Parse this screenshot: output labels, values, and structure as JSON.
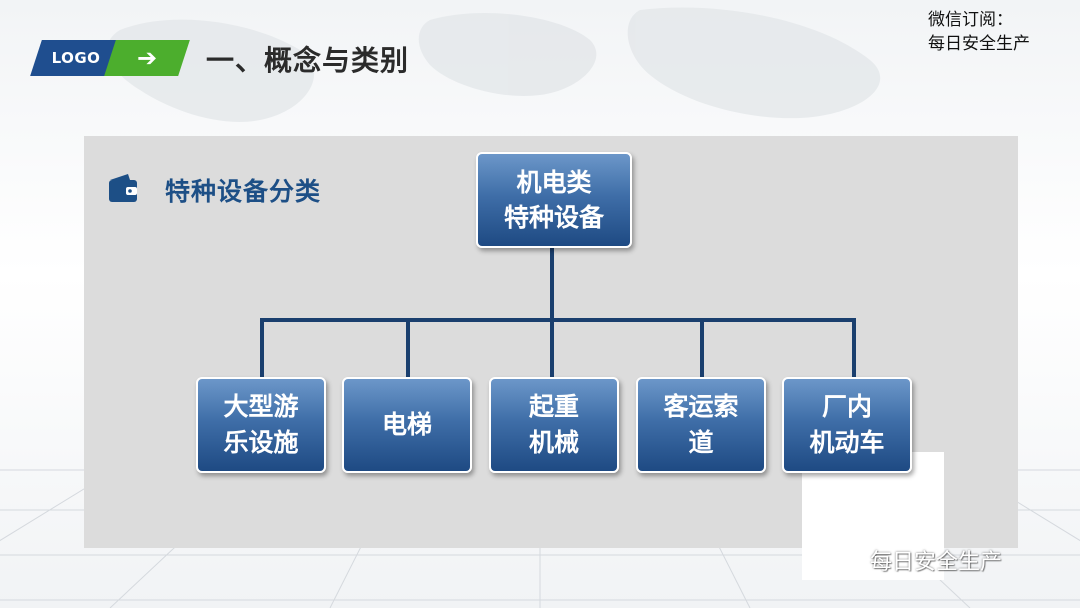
{
  "header": {
    "logo_label": "LOGO",
    "arrow_glyph": "➔",
    "title": "一、概念与类别",
    "wechat_line1": "微信订阅：",
    "wechat_line2": "每日安全生产"
  },
  "section": {
    "icon": "wallet-icon",
    "heading": "特种设备分类"
  },
  "diagram": {
    "root": {
      "line1": "机电类",
      "line2": "特种设备"
    },
    "children": [
      {
        "line1": "大型游",
        "line2": "乐设施"
      },
      {
        "line1": "电梯",
        "line2": ""
      },
      {
        "line1": "起重",
        "line2": "机械"
      },
      {
        "line1": "客运索",
        "line2": "道"
      },
      {
        "line1": "厂内",
        "line2": "机动车"
      }
    ]
  },
  "watermark": {
    "icon": "wechat-icon",
    "text": "每日安全生产"
  },
  "colors": {
    "brand_blue": "#1f4e8f",
    "brand_green": "#4cae2d",
    "heading_blue": "#1d4f86",
    "node_blue": "#3f6ea8",
    "connector": "#1a3f6e",
    "panel_gray": "#dcdcdc"
  }
}
